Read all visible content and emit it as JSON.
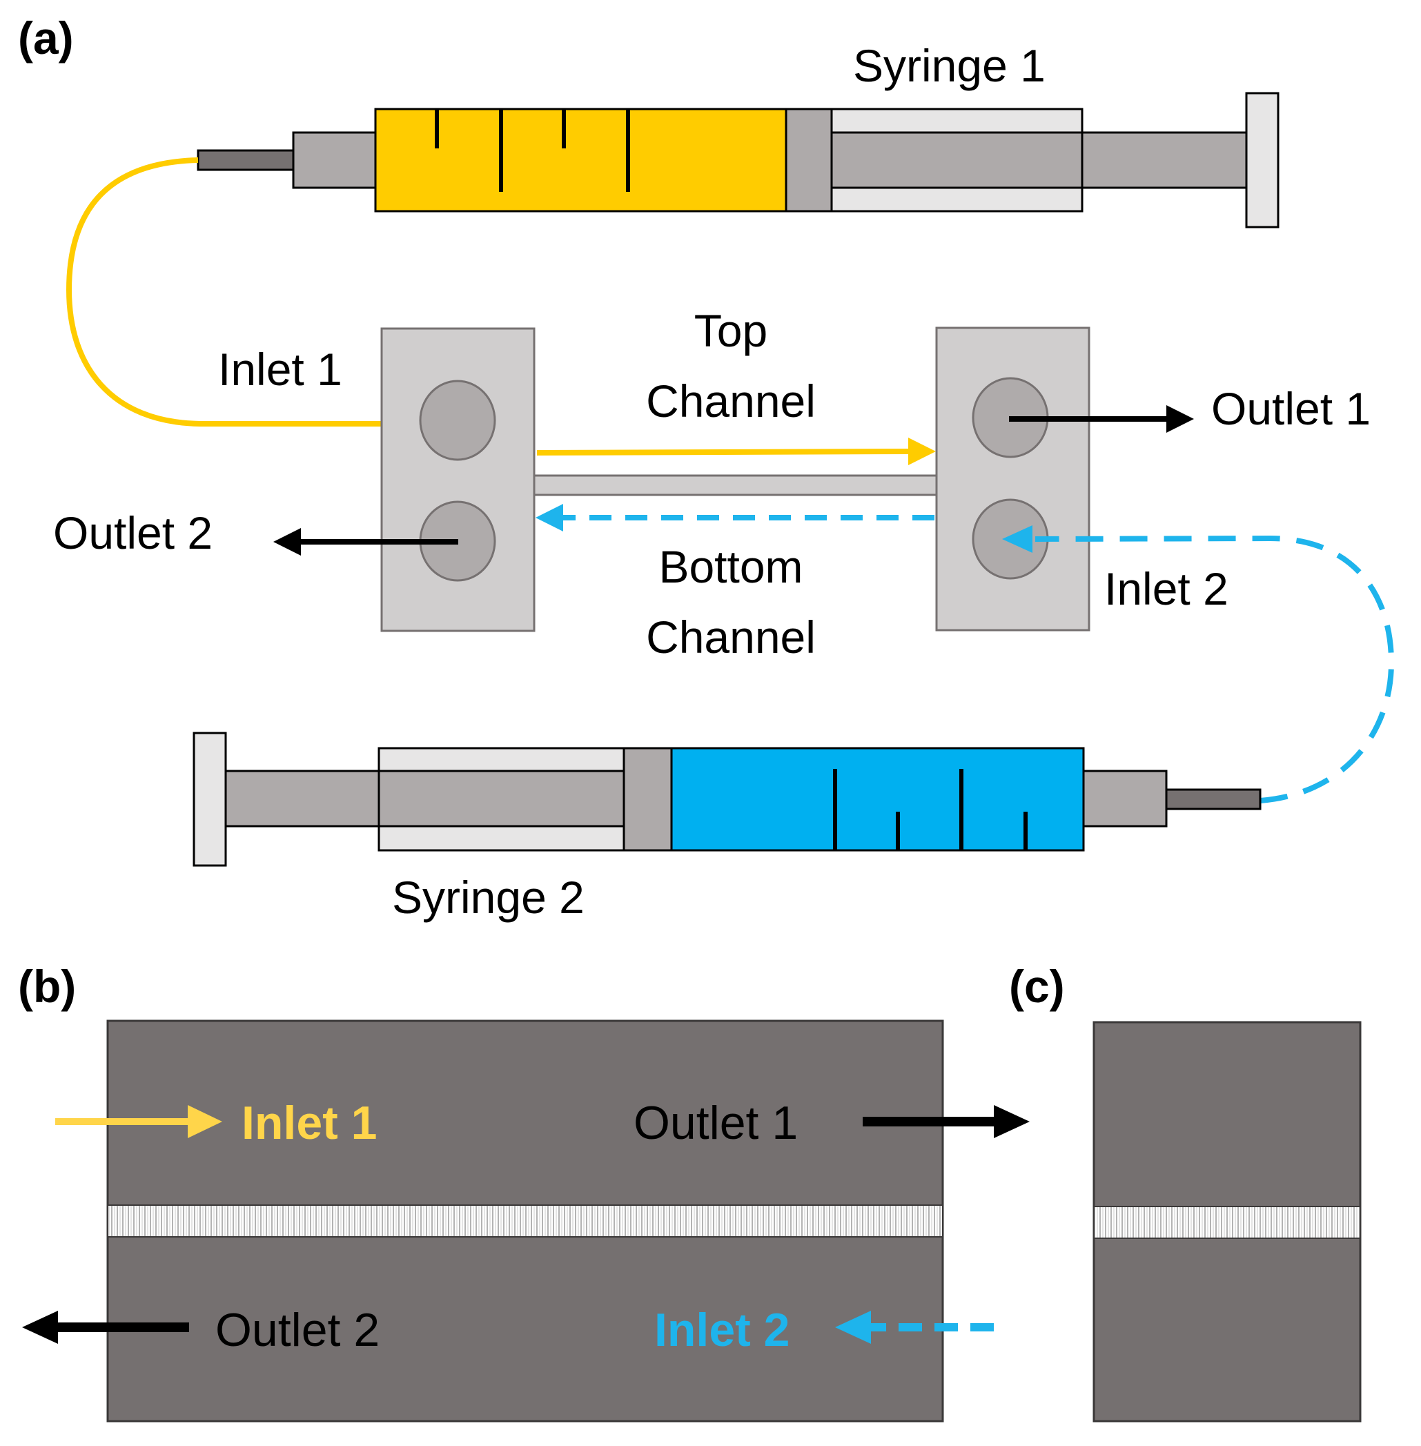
{
  "panels": {
    "a": "(a)",
    "b": "(b)",
    "c": "(c)"
  },
  "labels_a": {
    "syringe_1": "Syringe 1",
    "syringe_2": "Syringe 2",
    "inlet_1": "Inlet 1",
    "inlet_2": "Inlet 2",
    "outlet_1": "Outlet 1",
    "outlet_2": "Outlet 2",
    "top_channel_line1": "Top",
    "top_channel_line2": "Channel",
    "bottom_channel_line1": "Bottom",
    "bottom_channel_line2": "Channel"
  },
  "labels_b": {
    "inlet_1": "Inlet 1",
    "outlet_1": "Outlet 1",
    "outlet_2": "Outlet 2",
    "inlet_2": "Inlet 2"
  },
  "colors": {
    "fluid_1": "#FFCC00",
    "fluid_2": "#00B0F0",
    "tube_1": "#FFCC00",
    "tube_2": "#1EB4EC",
    "label_inlet_1_b": "#FFD54A",
    "label_inlet_2_b": "#1EB4EC",
    "device_gray": "#757070",
    "block_gray": "#D0CECE",
    "port_gray": "#AFABAB",
    "syringe_body": "#E7E6E6",
    "plunger_gray": "#AEAAAA",
    "needle_gray": "#767171"
  }
}
